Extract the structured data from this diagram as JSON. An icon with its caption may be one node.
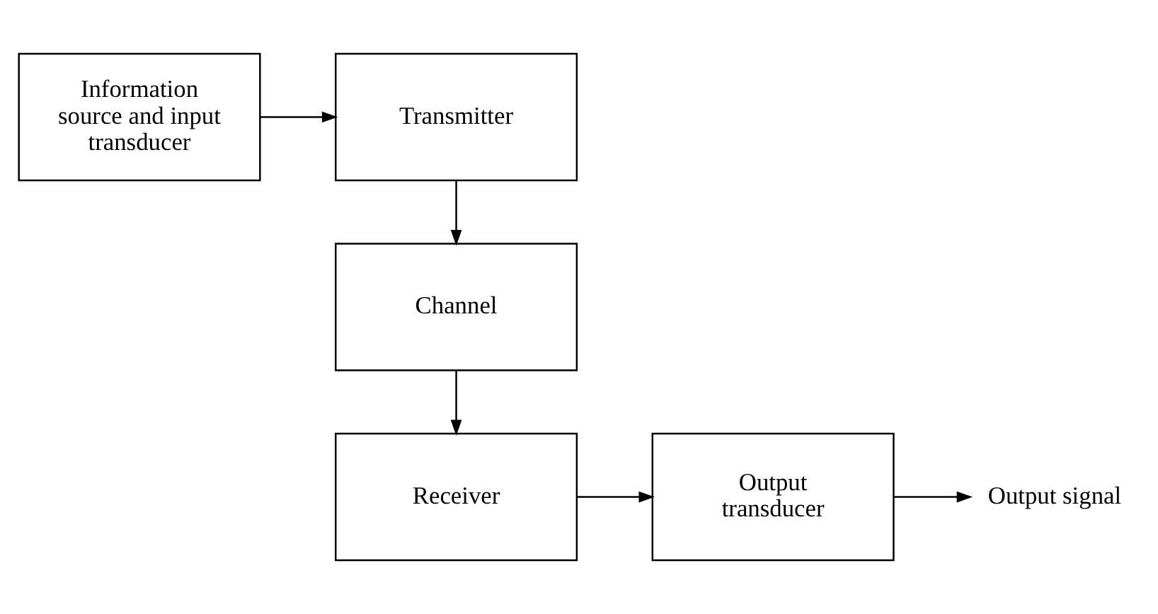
{
  "diagram": {
    "nodes": [
      {
        "text": [
          "Information source and input transducer"
        ]
      },
      {
        "text": [
          "Transmitter"
        ]
      },
      {
        "text": [
          "Channel"
        ]
      },
      {
        "text": [
          "Receiver"
        ]
      },
      {
        "text": [
          "Output transducer"
        ]
      },
      {
        "text": [
          "Output signal"
        ]
      }
    ],
    "edges": [
      {
        "from": 0,
        "to": 1,
        "arrow": "to"
      },
      {
        "from": 1,
        "to": 2,
        "arrow": "to"
      },
      {
        "from": 2,
        "to": 3,
        "arrow": "to"
      },
      {
        "from": 3,
        "to": 4,
        "arrow": "to"
      },
      {
        "from": 4,
        "to": 5,
        "arrow": "to"
      }
    ]
  }
}
